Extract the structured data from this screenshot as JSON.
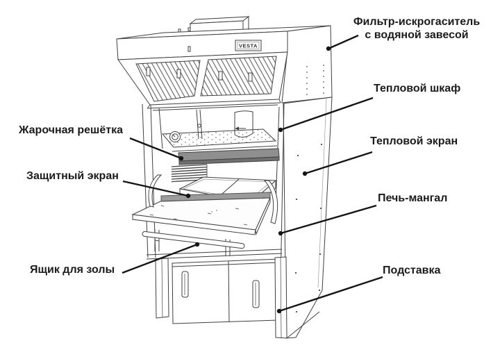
{
  "brand_plate": {
    "text": "VESTA"
  },
  "labels": {
    "filter_spark_arrestor": "Фильтр-искрогаситель\nс водяной завесой",
    "thermal_cabinet": "Тепловой шкаф",
    "thermal_screen": "Тепловой экран",
    "grill_oven": "Печь-мангал",
    "stand": "Подставка",
    "grill_grate": "Жарочная решётка",
    "protective_screen": "Защитный экран",
    "ash_drawer": "Ящик для золы"
  },
  "colors": {
    "ink": "#1b1b1b",
    "line_work": "#3f3f3f",
    "grate_fill": "#8f8f8f",
    "shield_fill": "#9b9b9b",
    "background": "#ffffff"
  }
}
